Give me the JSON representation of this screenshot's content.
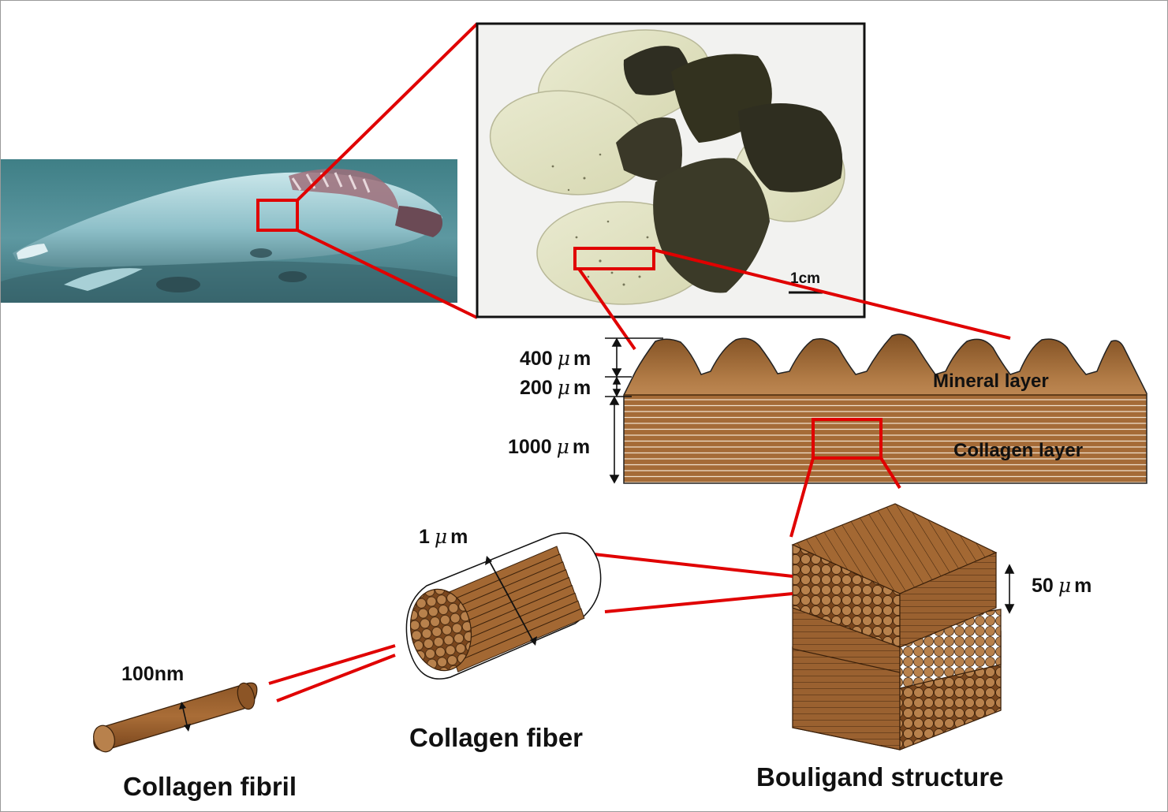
{
  "photo_scale": "1cm",
  "layers": {
    "mineral": "Mineral layer",
    "collagen": "Collagen layer"
  },
  "dimensions": {
    "d400": "400",
    "d200": "200",
    "d1000": "1000",
    "d50": "50",
    "d1": "1",
    "unit_mu": "μ",
    "unit_m": "m",
    "fibril_diameter": "100nm"
  },
  "labels": {
    "bouligand": "Bouligand structure",
    "fiber": "Collagen fiber",
    "fibril": "Collagen fibril"
  },
  "colors": {
    "highlight": "#e00000",
    "collagen_brown": "#a0642d",
    "collagen_dark": "#5a3413",
    "water": "#4f8a95"
  }
}
